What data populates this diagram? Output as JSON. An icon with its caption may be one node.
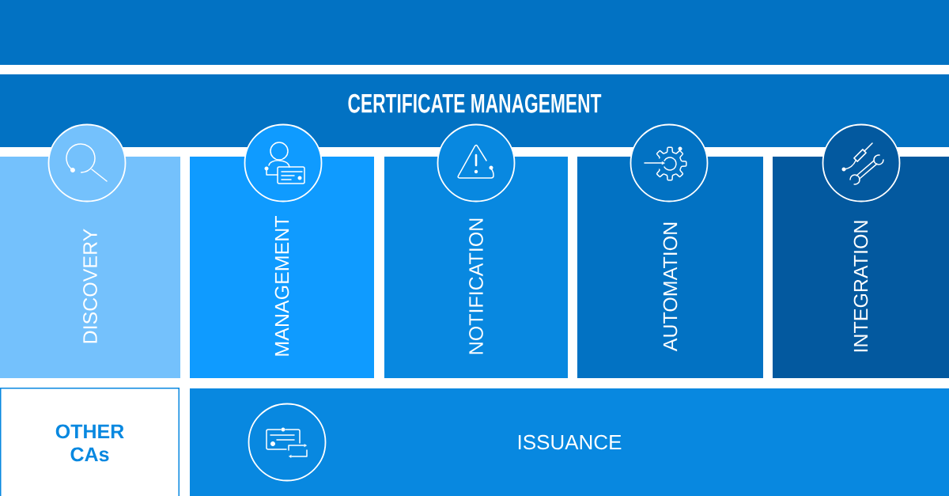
{
  "diagram": {
    "nodes": [
      {
        "text": [],
        "shape": "bar"
      },
      {
        "text": [
          "CERTIFICATE MANAGEMENT"
        ]
      },
      {
        "text": [
          "DISCOVERY"
        ]
      },
      {
        "text": [
          "MANAGEMENT"
        ]
      },
      {
        "text": [
          "NOTIFICATION"
        ]
      },
      {
        "text": [
          "AUTOMATION"
        ]
      },
      {
        "text": [
          "INTEGRATION"
        ]
      },
      {
        "text": [
          "OTHER CAs"
        ]
      },
      {
        "text": [
          "ISSUANCE"
        ]
      }
    ]
  }
}
